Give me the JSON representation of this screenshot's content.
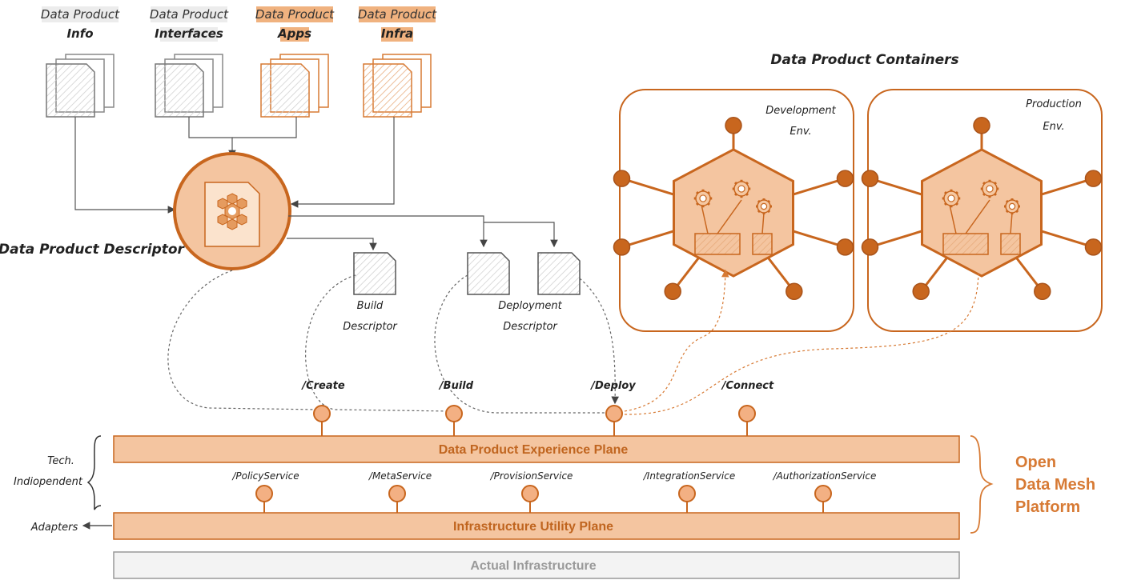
{
  "docs": [
    {
      "line1": "Data Product",
      "line2": "Info"
    },
    {
      "line1": "Data Product",
      "line2": "Interfaces"
    },
    {
      "line1": "Data Product",
      "line2": "Apps"
    },
    {
      "line1": "Data Product",
      "line2": "Infra"
    }
  ],
  "descriptor_label": "Data Product Descriptor",
  "build_descriptor": {
    "line1": "Build",
    "line2": "Descriptor"
  },
  "deployment_descriptor": {
    "line1": "Deployment",
    "line2": "Descriptor"
  },
  "containers": {
    "title": "Data Product Containers",
    "dev": {
      "line1": "Development",
      "line2": "Env."
    },
    "prod": {
      "line1": "Production",
      "line2": "Env."
    }
  },
  "endpoints_top": [
    "/Create",
    "/Build",
    "/Deploy",
    "/Connect"
  ],
  "services": [
    "/PolicyService",
    "/MetaService",
    "/ProvisionService",
    "/IntegrationService",
    "/AuthorizationService"
  ],
  "planes": {
    "experience": "Data Product Experience Plane",
    "utility": "Infrastructure Utility Plane",
    "actual": "Actual Infrastructure"
  },
  "tech_independent": {
    "line1": "Tech.",
    "line2": "Indiopendent"
  },
  "adapters": "Adapters",
  "platform": {
    "line1": "Open",
    "line2": "Data Mesh",
    "line3": "Platform"
  },
  "colors": {
    "orange": "#d77a34",
    "orange_dark": "#c0651f",
    "orange_fill": "#f5c8a2",
    "orange_light": "#fbe3cd",
    "gray": "#999999",
    "actual_bg": "#f3f3f3"
  }
}
